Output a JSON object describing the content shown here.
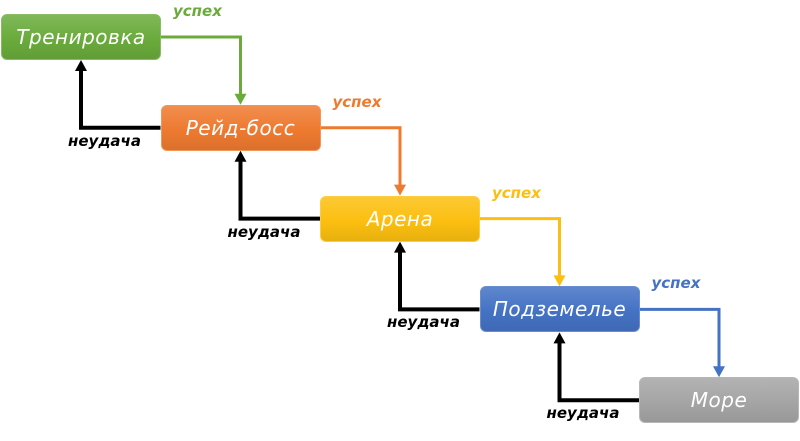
{
  "nodes": [
    {
      "label": "Тренировка",
      "color": "#6aab3c"
    },
    {
      "label": "Рейд-босс",
      "color": "#ee7a30"
    },
    {
      "label": "Арена",
      "color": "#fcbf10"
    },
    {
      "label": "Подземелье",
      "color": "#4472c4"
    },
    {
      "label": "Море",
      "color": "#a5a5a5"
    }
  ],
  "success_label": "успех",
  "failure_label": "неудача",
  "failure_color": "#000000"
}
